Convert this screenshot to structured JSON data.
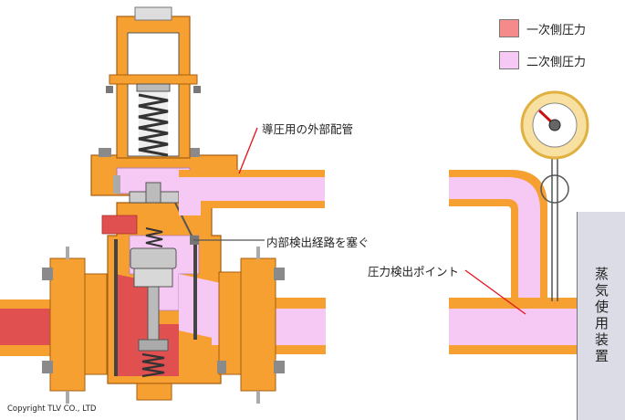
{
  "legend": {
    "primary_label": "一次側圧力",
    "secondary_label": "二次側圧力",
    "primary_color": "#f58a8a",
    "secondary_color": "#f6c8f4"
  },
  "callouts": {
    "external_pipe": "導圧用の外部配管",
    "internal_path": "内部検出経路を塞ぐ",
    "detection_point": "圧力検出ポイント"
  },
  "equipment_label": "蒸気使用装置",
  "copyright": "Copyright TLV CO., LTD",
  "colors": {
    "body_orange": "#f5a030",
    "primary_red": "#e05050",
    "secondary_pink": "#f6c8f4",
    "gauge_ring": "#f7e0a0",
    "equipment_bg": "#dcdce6"
  }
}
